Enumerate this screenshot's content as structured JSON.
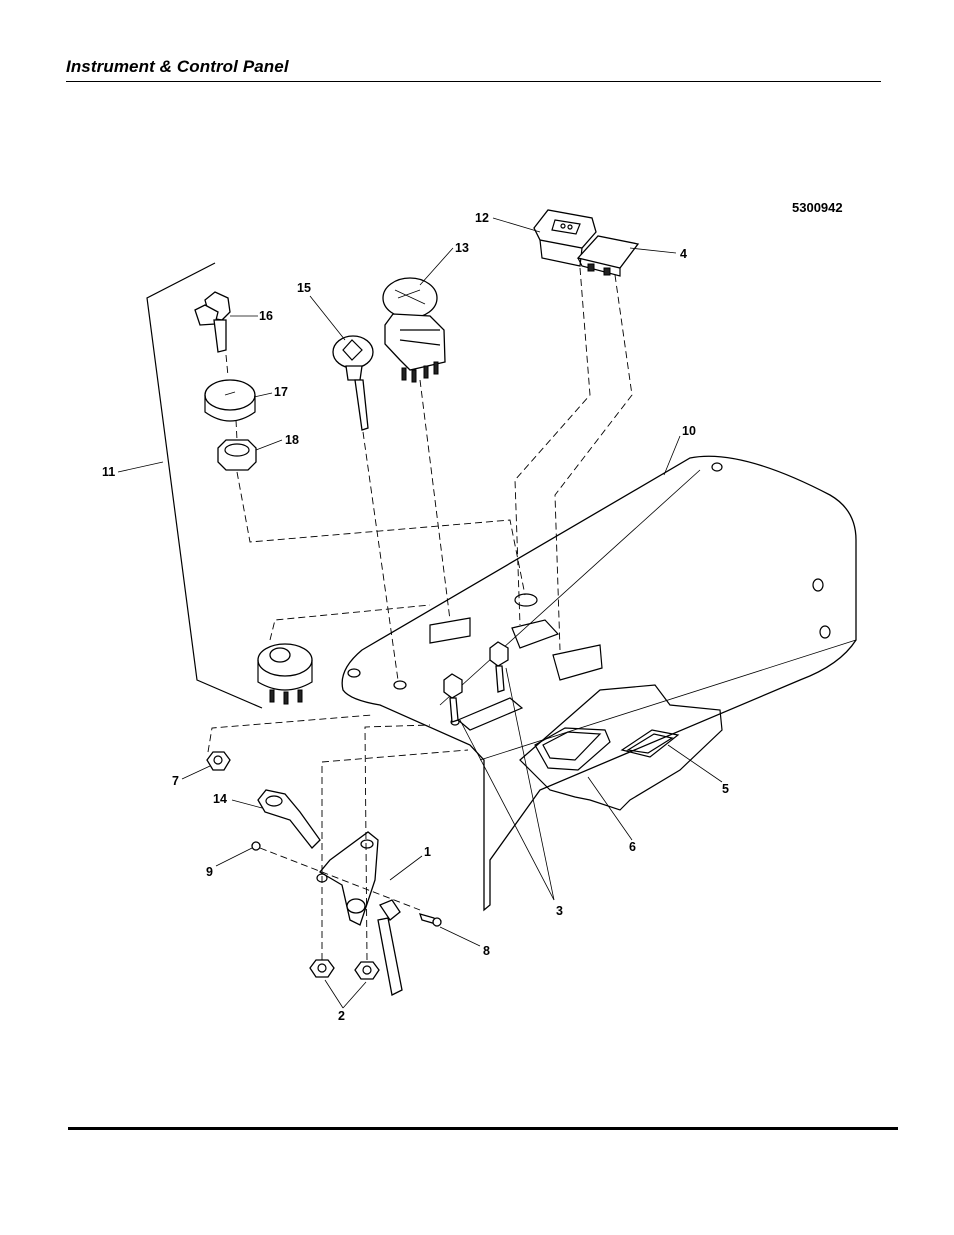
{
  "header": {
    "title": "Instrument & Control Panel"
  },
  "diagram": {
    "drawing_number": "5300942",
    "callouts": [
      {
        "id": "c1",
        "text": "1"
      },
      {
        "id": "c2",
        "text": "2"
      },
      {
        "id": "c3",
        "text": "3"
      },
      {
        "id": "c4",
        "text": "4"
      },
      {
        "id": "c5",
        "text": "5"
      },
      {
        "id": "c6",
        "text": "6"
      },
      {
        "id": "c7",
        "text": "7"
      },
      {
        "id": "c8",
        "text": "8"
      },
      {
        "id": "c9",
        "text": "9"
      },
      {
        "id": "c10",
        "text": "10"
      },
      {
        "id": "c11",
        "text": "11"
      },
      {
        "id": "c12",
        "text": "12"
      },
      {
        "id": "c13",
        "text": "13"
      },
      {
        "id": "c14",
        "text": "14"
      },
      {
        "id": "c15",
        "text": "15"
      },
      {
        "id": "c16",
        "text": "16"
      },
      {
        "id": "c17",
        "text": "17"
      },
      {
        "id": "c18",
        "text": "18"
      }
    ]
  }
}
